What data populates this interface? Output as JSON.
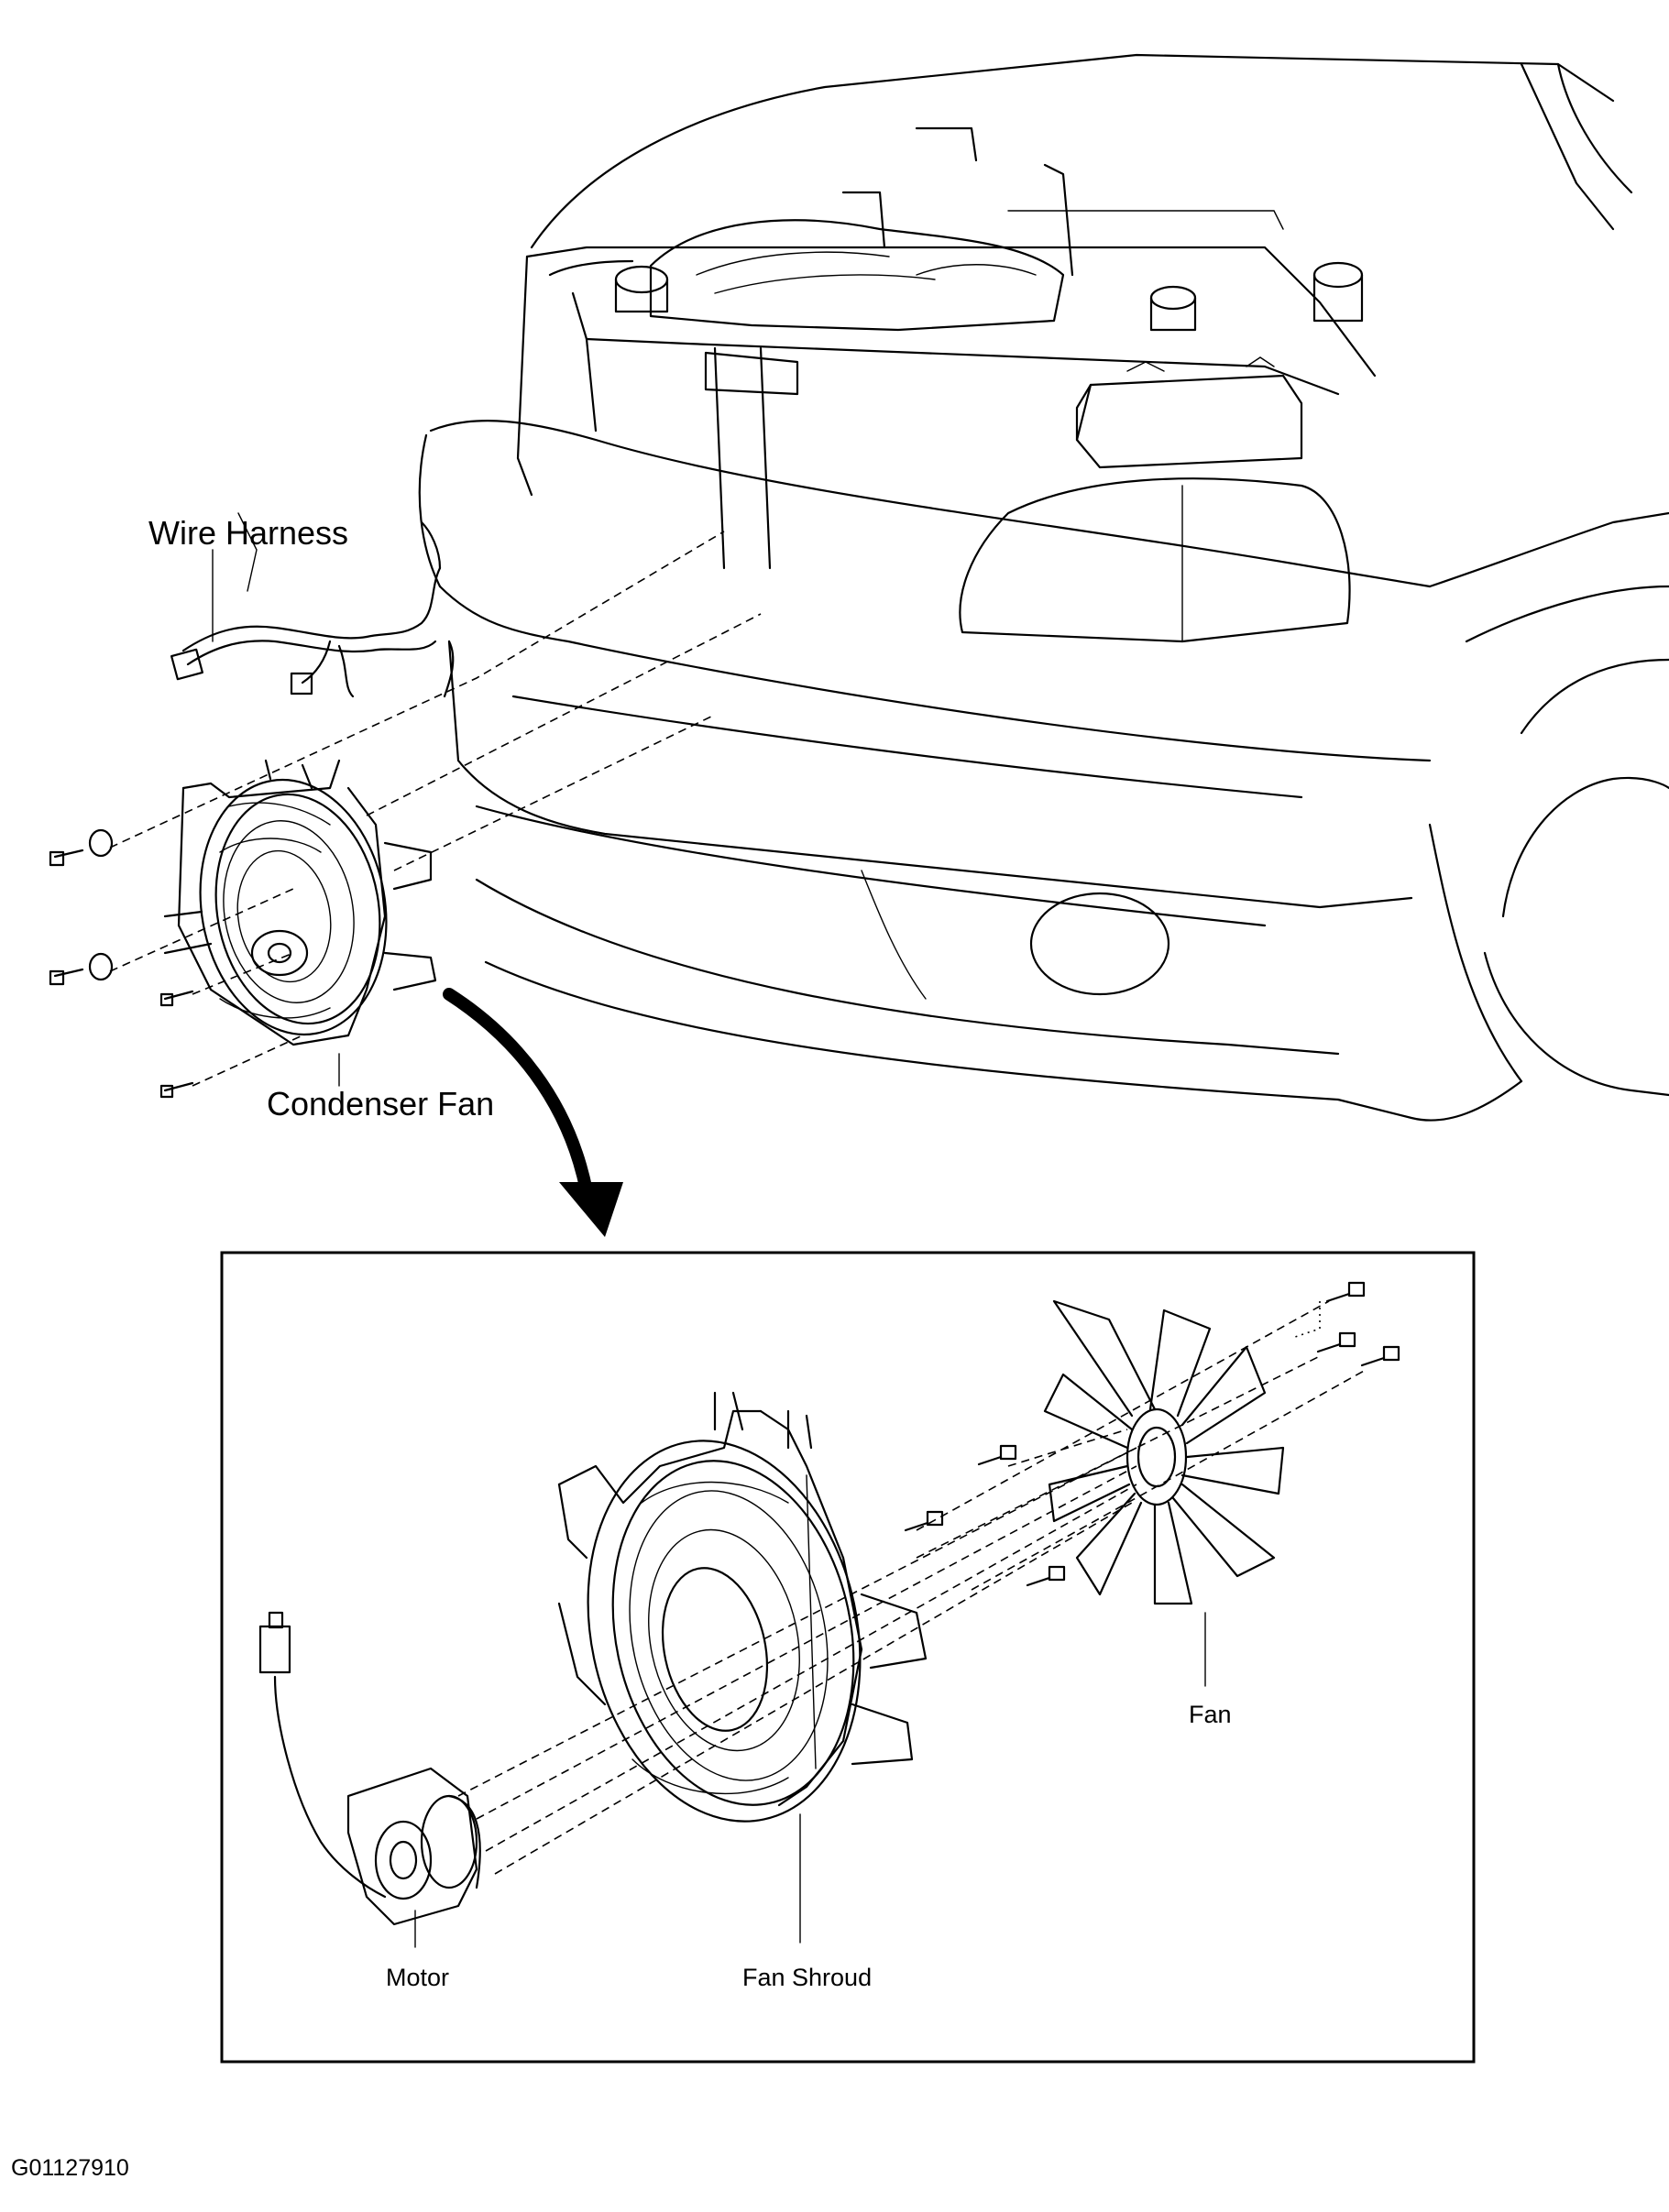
{
  "labels": {
    "wire_harness": "Wire Harness",
    "condenser_fan": "Condenser Fan",
    "fan": "Fan",
    "motor": "Motor",
    "fan_shroud": "Fan Shroud"
  },
  "figure_code": "G01127910"
}
